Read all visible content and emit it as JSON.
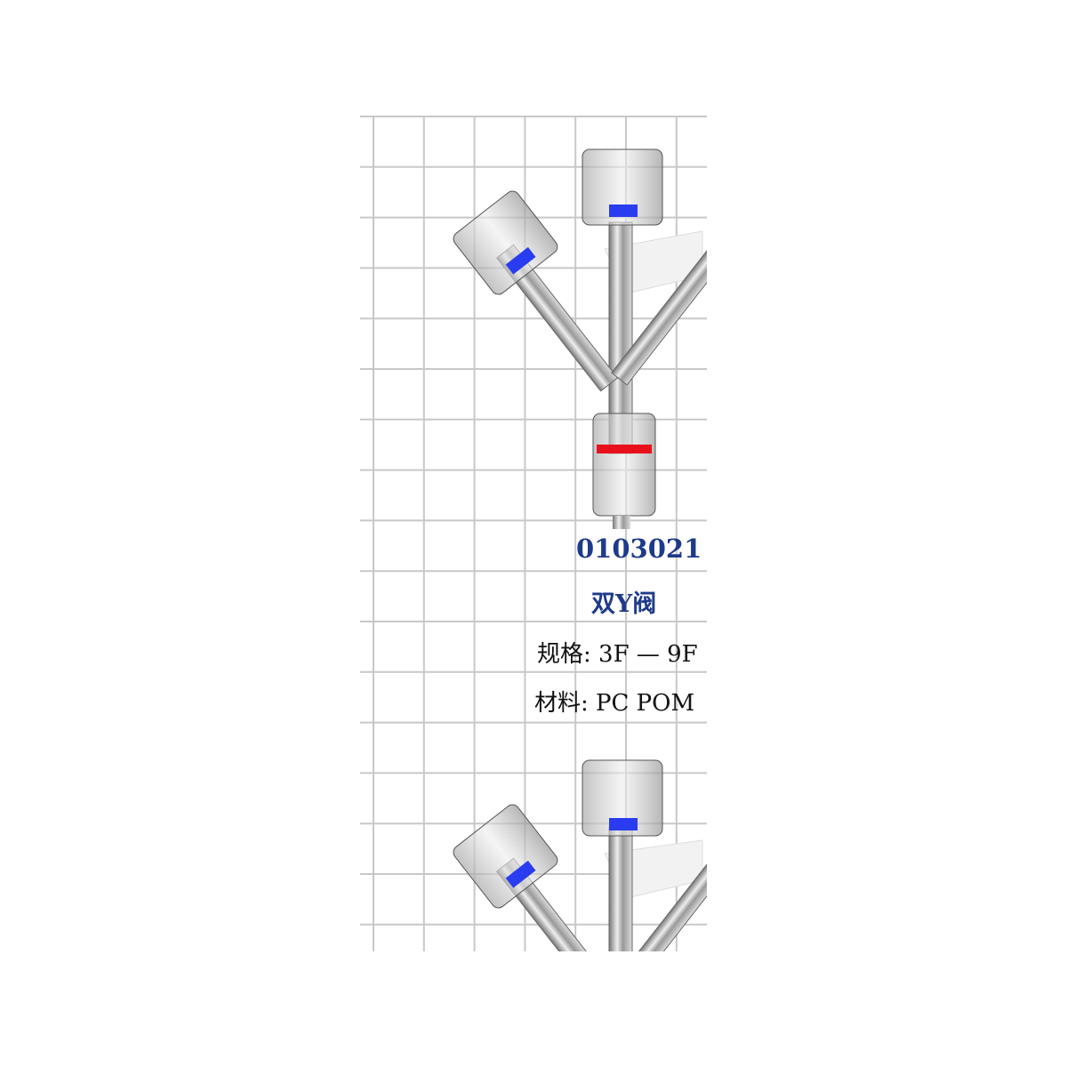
{
  "product": {
    "code": "0103021",
    "name": "双Y阀",
    "spec": "规格: 3F — 9F",
    "material": "材料: PC  POM"
  },
  "colors": {
    "accent": "#1e3a8a",
    "grid": "#c8c8c8",
    "seal_blue": "#2a3cf0",
    "seal_red": "#e8101a"
  }
}
